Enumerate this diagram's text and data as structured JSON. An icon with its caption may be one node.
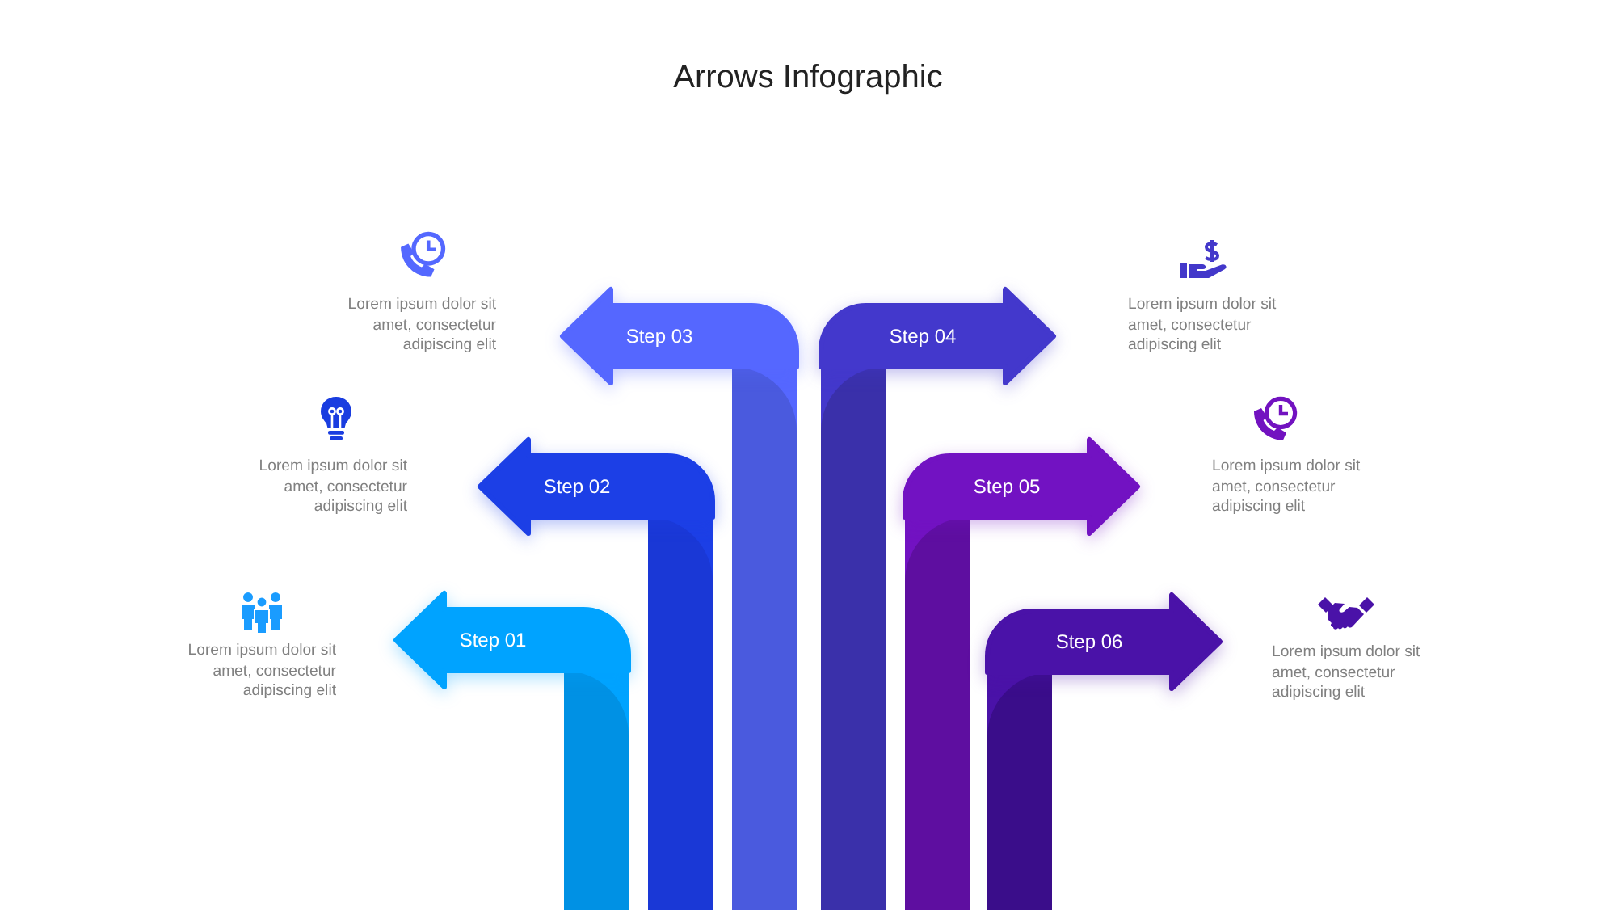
{
  "diagram": {
    "title": "Arrows Infographic",
    "nodes": [
      {
        "text": [
          "Step 01"
        ]
      },
      {
        "text": [
          "Step 02"
        ]
      },
      {
        "text": [
          "Step 03"
        ]
      },
      {
        "text": [
          "Step 04"
        ]
      },
      {
        "text": [
          "Step 05"
        ]
      },
      {
        "text": [
          "Step 06"
        ]
      }
    ],
    "labels": [
      "Lorem ipsum dolor sit amet, consectetur adipiscing elit",
      "Lorem ipsum dolor sit amet, consectetur adipiscing elit",
      "Lorem ipsum dolor sit amet, consectetur adipiscing elit",
      "Lorem ipsum dolor sit amet, consectetur adipiscing elit",
      "Lorem ipsum dolor sit amet, consectetur adipiscing elit",
      "Lorem ipsum dolor sit amet, consectetur adipiscing elit"
    ]
  }
}
